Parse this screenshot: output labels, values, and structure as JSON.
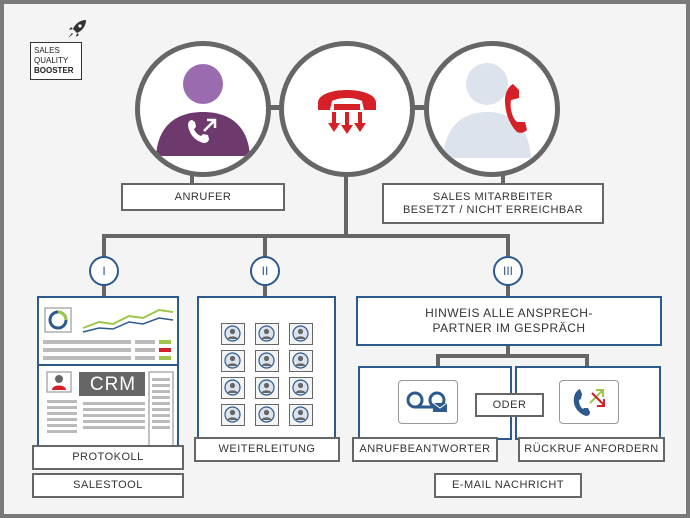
{
  "logo": {
    "line1": "SALES",
    "line2": "QUALITY",
    "line3": "BOOSTER"
  },
  "labels": {
    "anrufer": "ANRUFER",
    "sales_line1": "SALES MITARBEITER",
    "sales_line2": "BESETZT / NICHT ERREICHBAR",
    "hinweis_line1": "HINWEIS ALLE ANSPRECH-",
    "hinweis_line2": "PARTNER IM GESPRÄCH",
    "oder": "ODER",
    "protokoll": "PROTOKOLL",
    "salestool": "SALESTOOL",
    "weiterleitung": "WEITERLEITUNG",
    "anrufbeantworter": "ANRUFBEANTWORTER",
    "rueckruf": "RÜCKRUF ANFORDERN",
    "email": "E-MAIL NACHRICHT",
    "crm": "CRM"
  },
  "branches": [
    "I",
    "II",
    "III"
  ],
  "colors": {
    "caller": "#6e3a6e",
    "caller_light": "#9b6bb0",
    "accent_red": "#d42026",
    "line": "#666666",
    "panel_border": "#2d5a8c",
    "staff_grey": "#dde3ec",
    "chart_green": "#9ec64a"
  },
  "icons": [
    "rocket-icon",
    "caller-icon",
    "phone-redirect-icon",
    "staff-icon",
    "voicemail-icon",
    "callback-icon",
    "avatar-icon"
  ]
}
